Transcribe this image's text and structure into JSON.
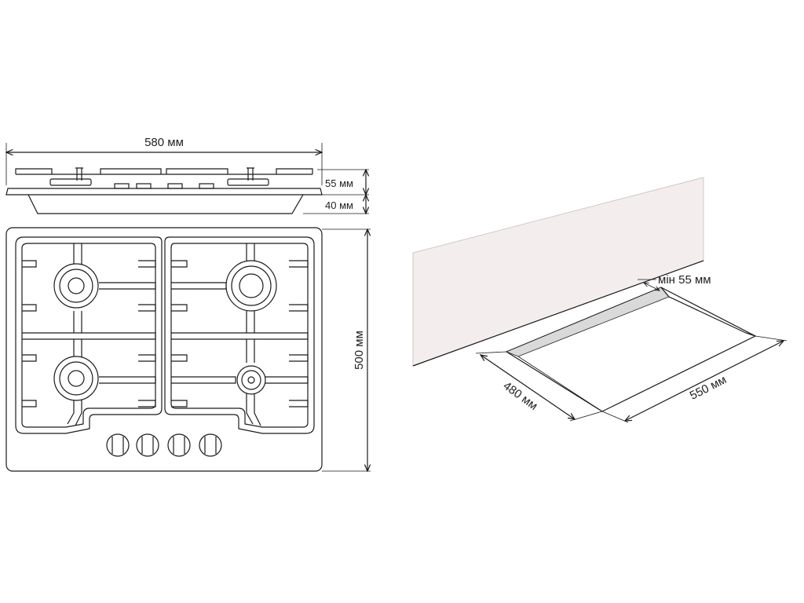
{
  "front_view": {
    "width_label": "580 мм",
    "grate_height_label": "55 мм",
    "body_height_label": "40 мм"
  },
  "top_view": {
    "depth_label": "500 мм",
    "knob_count": 4,
    "burner_count": 4
  },
  "cutout_view": {
    "min_wall_gap_label": "мін 55 мм",
    "cutout_depth_label": "480 мм",
    "cutout_width_label": "550 мм"
  },
  "colors": {
    "line": "#1a1a1a",
    "wall_fill": "#f3eeed",
    "cutout_shade": "#d9d9d9"
  }
}
